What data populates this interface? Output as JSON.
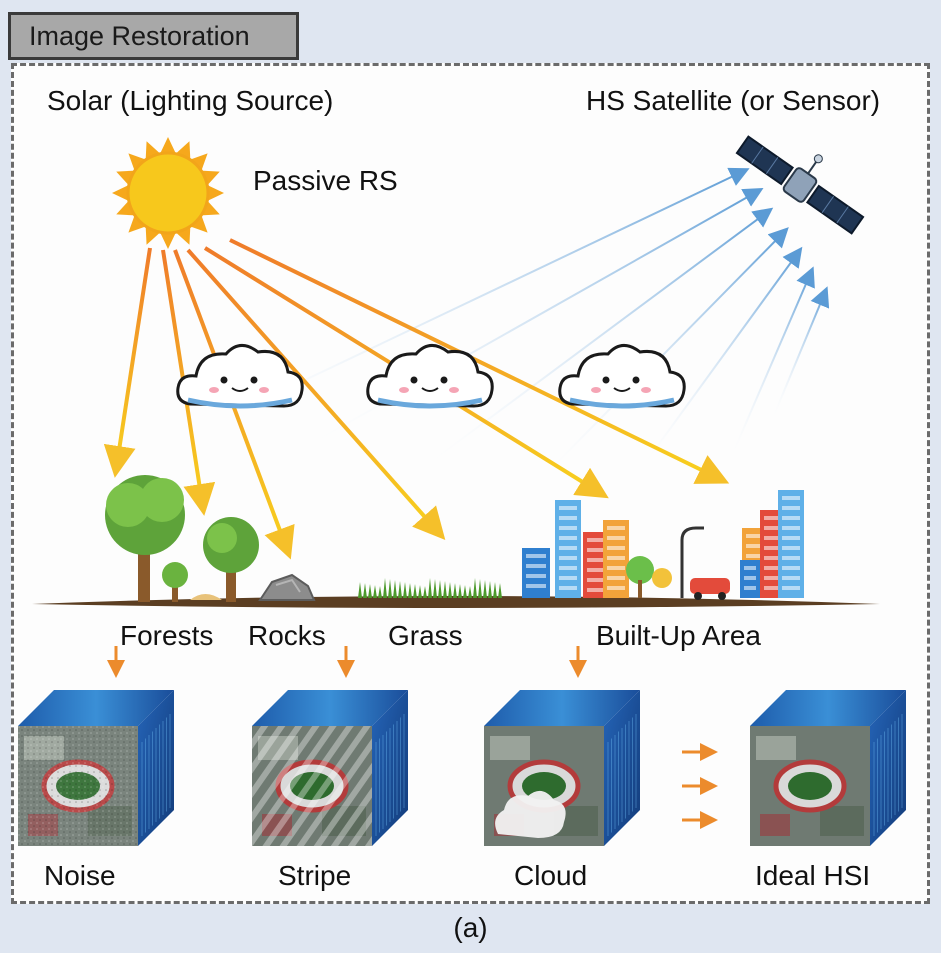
{
  "header": {
    "title": "Image Restoration"
  },
  "scene": {
    "source_label": "Solar (Lighting Source)",
    "sensor_label": "HS Satellite (or Sensor)",
    "mode_label": "Passive RS",
    "ground_labels": [
      "Forests",
      "Rocks",
      "Grass",
      "Built-Up Area"
    ]
  },
  "cubes": [
    {
      "label": "Noise"
    },
    {
      "label": "Stripe"
    },
    {
      "label": "Cloud"
    },
    {
      "label": "Ideal HSI"
    }
  ],
  "caption": "(a)",
  "colors": {
    "panel_bg": "#fdfdfd",
    "page_bg": "#dfe6f1",
    "sun": "#f7c81c",
    "incoming_ray": "#f5b72a",
    "reflected_ray": "#5b9bd5",
    "process_arrow": "#ec8b2c",
    "ground": "#5b3e22",
    "cube_side": "#1f4f9a"
  }
}
